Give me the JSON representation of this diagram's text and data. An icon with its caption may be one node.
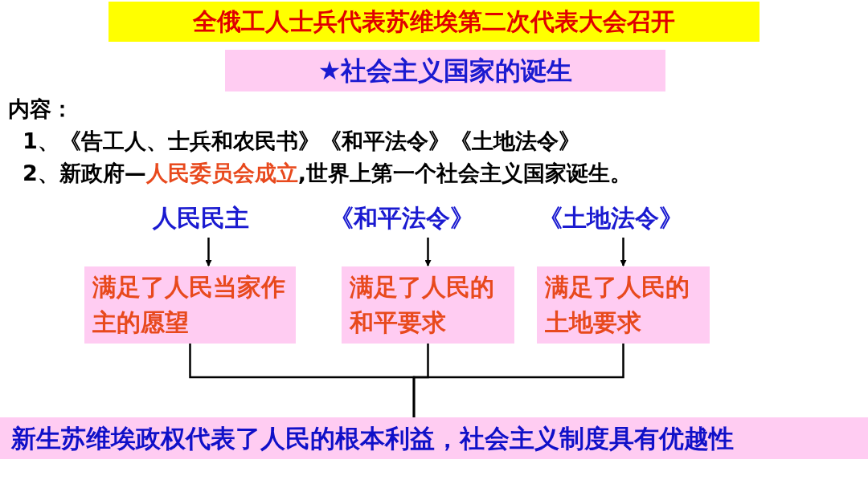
{
  "diagram": {
    "title": "全俄工人士兵代表苏维埃第二次代表大会召开",
    "nodes": [
      {
        "text": [
          "人民民主"
        ]
      },
      {
        "text": [
          "《和平法令》"
        ]
      },
      {
        "text": [
          "《土地法令》"
        ]
      },
      {
        "text": [
          "满足了人民当家作主的愿望"
        ]
      },
      {
        "text": [
          "满足了人民的和平要求"
        ]
      },
      {
        "text": [
          "满足了人民的土地要求"
        ]
      },
      {
        "text": [
          "新生苏维埃政权代表了人民的根本利益，社会主义制度具有优越性"
        ]
      }
    ],
    "edges": [
      {
        "from": 0,
        "to": 3,
        "arrow": "to"
      },
      {
        "from": 1,
        "to": 4,
        "arrow": "to"
      },
      {
        "from": 2,
        "to": 5,
        "arrow": "to"
      },
      {
        "from": 3,
        "to": 6,
        "arrow": "none"
      },
      {
        "from": 4,
        "to": 6,
        "arrow": "none"
      },
      {
        "from": 5,
        "to": 6,
        "arrow": "none"
      }
    ],
    "labels": [
      "★社会主义国家的诞生",
      "内容：",
      "1、《告工人、士兵和农民书》《和平法令》《土地法令》",
      "2、新政府—**人民委员会成立**,世界上第一个社会主义国家诞生。"
    ]
  }
}
